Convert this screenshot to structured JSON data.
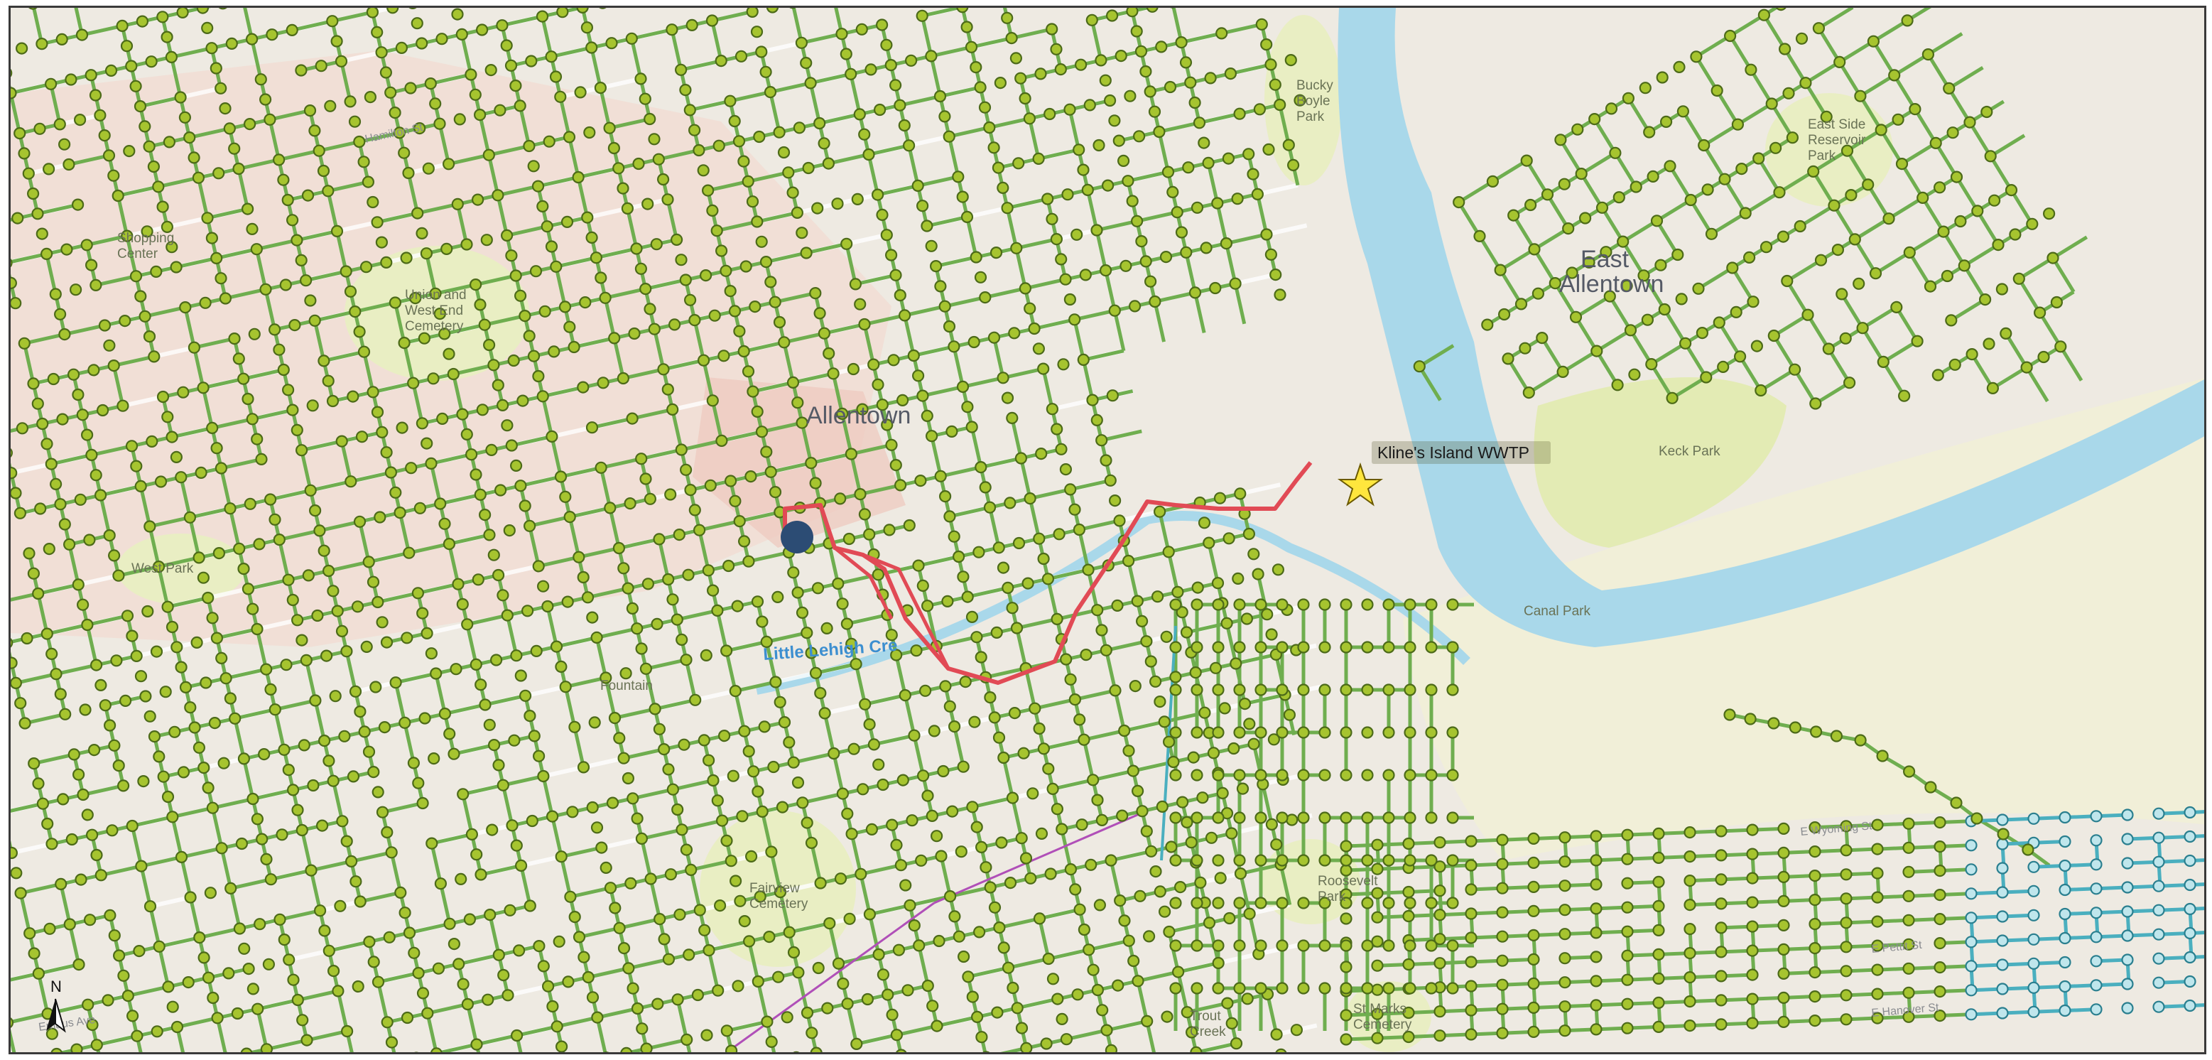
{
  "map": {
    "area_labels": [
      {
        "id": "allentown",
        "text": "Allentown"
      },
      {
        "id": "east-allentown",
        "text": "East\nAllentown"
      }
    ],
    "park_labels": [
      {
        "id": "union-west-end-cemetery",
        "text": "Union and\nWest End\nCemetery"
      },
      {
        "id": "bucky-boyle-park",
        "text": "Bucky\nBoyle\nPark"
      },
      {
        "id": "east-side-reservoir-park",
        "text": "East Side\nReservoir\nPark"
      },
      {
        "id": "keck-park",
        "text": "Keck Park"
      },
      {
        "id": "canal-park",
        "text": "Canal Park"
      },
      {
        "id": "fairview-cemetery",
        "text": "Fairview\nCemetery"
      },
      {
        "id": "roosevelt-park",
        "text": "Roosevelt\nPark"
      },
      {
        "id": "st-marks-cemetery",
        "text": "St Marks\nCemetery"
      },
      {
        "id": "west-park",
        "text": "West Park"
      },
      {
        "id": "shopping-center",
        "text": "Shopping\nCenter"
      },
      {
        "id": "trout-creek",
        "text": "Trout\nCreek"
      },
      {
        "id": "fountain",
        "text": "Fountain"
      }
    ],
    "street_labels": [
      {
        "id": "hamilton-st",
        "text": "Hamilton St"
      },
      {
        "id": "e-wyoming-st",
        "text": "E Wyoming St"
      },
      {
        "id": "e-pettit-st",
        "text": "E Pettit St"
      },
      {
        "id": "e-hanover-st",
        "text": "E Hanover St"
      },
      {
        "id": "emaus-ave",
        "text": "Emaus Ave"
      }
    ],
    "creek_label": "Little Lehigh Cre",
    "callout": "Kline's Island WWTP",
    "compass": "N",
    "colors": {
      "sewer_main": "#6fae4f",
      "manhole_fill": "#a6c42f",
      "manhole_stroke": "#4c6a19",
      "blue_system": "#4aafbf",
      "route": "#e14a55",
      "river": "#a9d8ea",
      "park": "#e9eec3",
      "urban": "#f0d8cf",
      "origin_dot": "#2c4c74",
      "wwtp_star": "#ffe63d"
    }
  }
}
